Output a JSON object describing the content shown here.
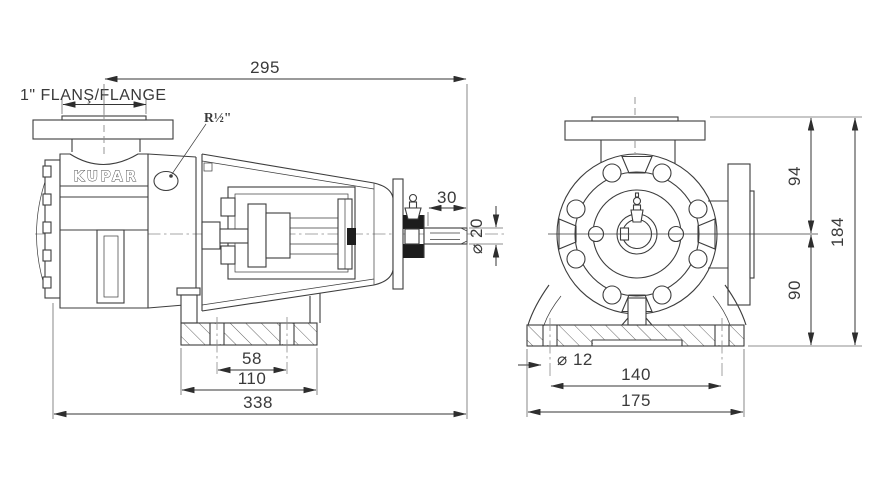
{
  "drawing": {
    "background": "#ffffff",
    "line_color": "#3d3d3d",
    "brand_logo": "KUPAR",
    "side_view": {
      "flange_label": "1\" FLANŞ/FLANGE",
      "plug_label": "R½\"",
      "dim_length_to_shaft_end": "295",
      "dim_shaft_stub_length": "30",
      "dim_shaft_diameter": "⌀ 20",
      "dim_foot_hole_spacing": "58",
      "dim_foot_length": "110",
      "dim_overall_length": "338"
    },
    "front_view": {
      "dim_flange_top_to_center": "94",
      "dim_center_to_base": "90",
      "dim_total_height": "184",
      "dim_base_hole_diameter": "⌀ 12",
      "dim_base_hole_spacing": "140",
      "dim_base_width": "175"
    }
  }
}
